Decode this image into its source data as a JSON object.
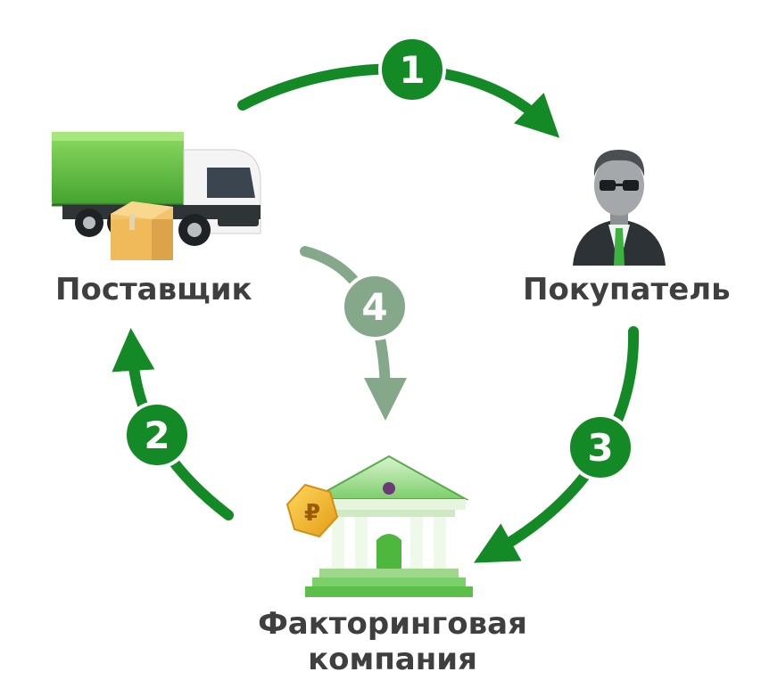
{
  "nodes": {
    "supplier": {
      "label": "Поставщик",
      "icon": "truck-icon"
    },
    "buyer": {
      "label": "Покупатель",
      "icon": "businessman-icon"
    },
    "factoring": {
      "label_line1": "Факторинговая",
      "label_line2": "компания",
      "icon": "bank-icon",
      "badge_icon": "ruble-coin-icon",
      "badge_text": "₽"
    }
  },
  "steps": [
    {
      "number": "1",
      "from": "supplier",
      "to": "buyer"
    },
    {
      "number": "2",
      "from": "factoring",
      "to": "supplier"
    },
    {
      "number": "3",
      "from": "buyer",
      "to": "factoring"
    },
    {
      "number": "4",
      "from": "supplier",
      "to": "factoring"
    }
  ],
  "colors": {
    "primary_green": "#138a25",
    "light_green": "#86a88a",
    "text": "#3f3f3f",
    "truck_green": "#6cc24a",
    "bank_green": "#7ccf6a",
    "coin_gold": "#f2b929"
  }
}
